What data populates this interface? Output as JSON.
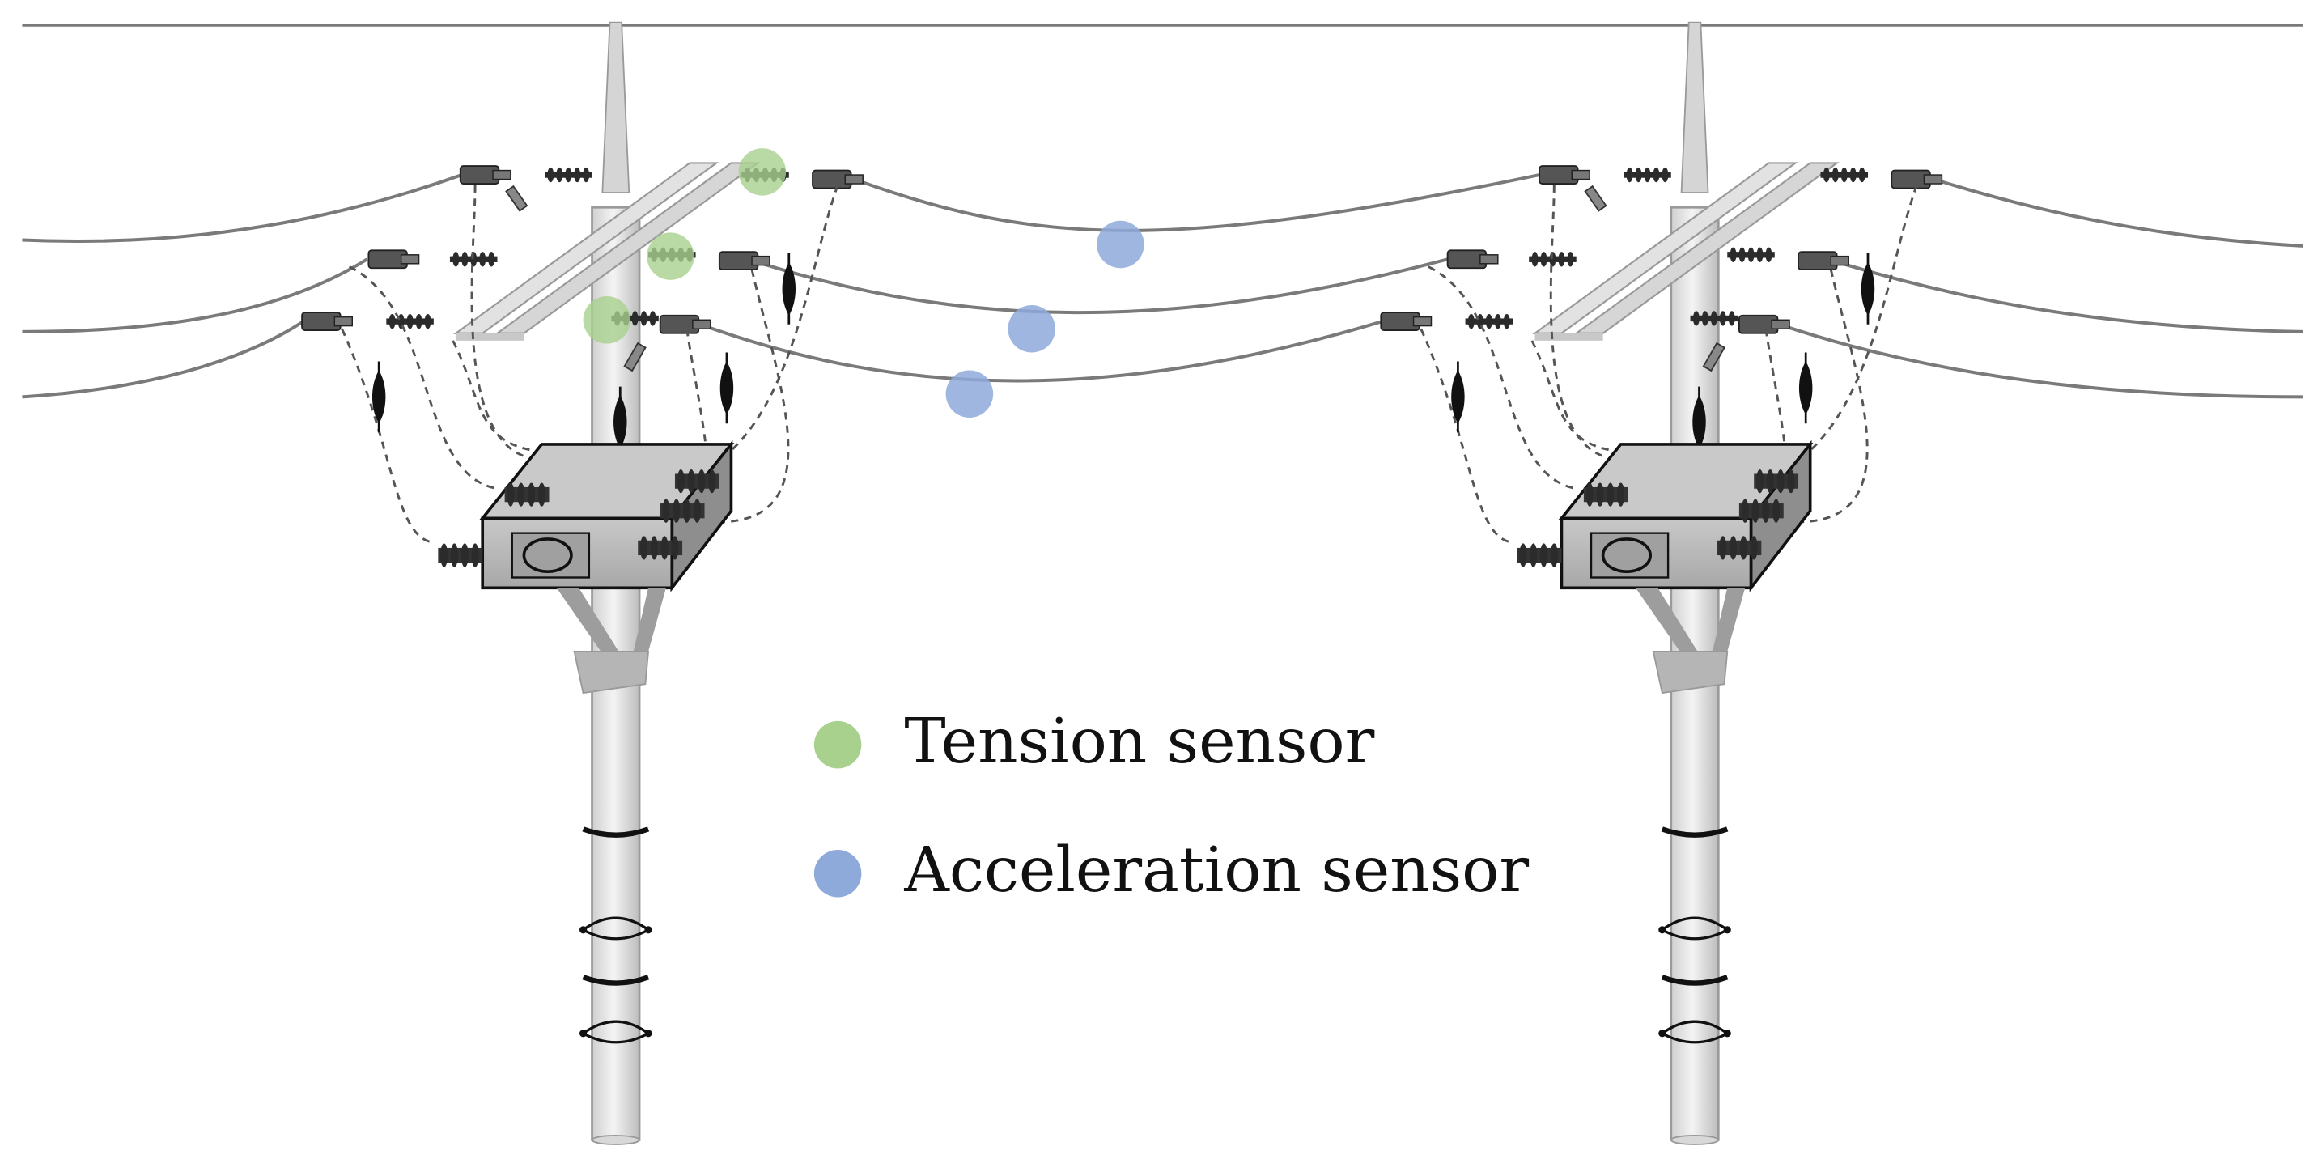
{
  "legend": {
    "items": [
      {
        "label": "Tension sensor",
        "color": "#a9d18e",
        "icon": "green-dot"
      },
      {
        "label": "Acceleration sensor",
        "color": "#8eaadb",
        "icon": "blue-dot"
      }
    ]
  },
  "colors": {
    "wire": "#7a7a7a",
    "pole": "#e6e6e6",
    "pole_edge": "#9a9a9a",
    "crossarm": "#dcdcdc",
    "box": "#b0b0b0",
    "insulator": "#2b2b2b",
    "tension_sensor": "#a9d18e",
    "acceleration_sensor": "#8eaadb"
  }
}
